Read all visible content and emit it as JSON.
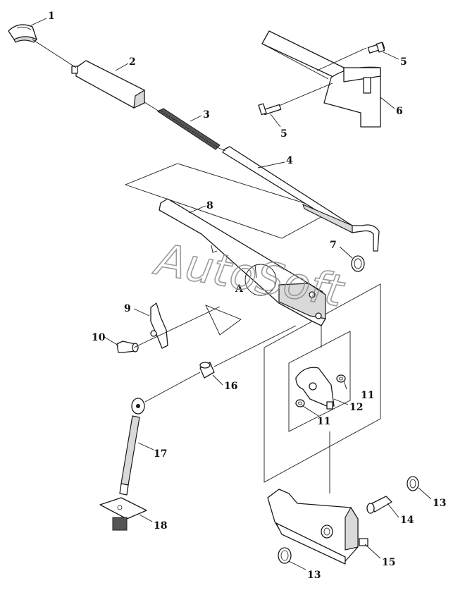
{
  "watermark": "AutoSoft",
  "detail_marker": "A",
  "callouts": {
    "c1": "1",
    "c2": "2",
    "c3": "3",
    "c4": "4",
    "c5a": "5",
    "c5b": "5",
    "c6": "6",
    "c7": "7",
    "c8": "8",
    "c9": "9",
    "c10": "10",
    "c11a": "11",
    "c11b": "11",
    "c12": "12",
    "c13a": "13",
    "c13b": "13",
    "c14": "14",
    "c15": "15",
    "c16": "16",
    "c17": "17",
    "c18": "18"
  }
}
